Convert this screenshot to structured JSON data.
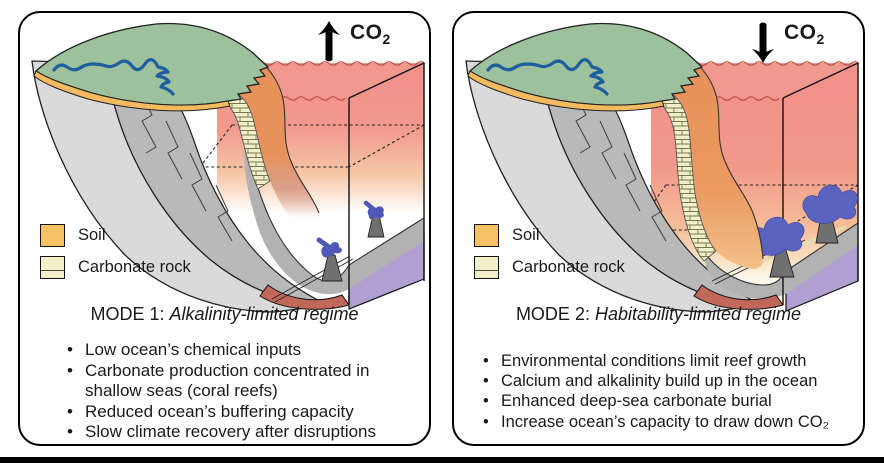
{
  "figure": {
    "panels": [
      {
        "id": "mode1",
        "co2": {
          "text": "CO",
          "sub": "2",
          "direction": "up"
        },
        "legend": {
          "soil": "Soil",
          "carbonate": "Carbonate rock"
        },
        "title": {
          "prefix": "MODE 1:",
          "regime": "Alkalinity-limited regime"
        },
        "bullets": [
          "Low ocean’s chemical inputs",
          "Carbonate production concentrated in shallow seas (coral reefs)",
          "Reduced ocean’s buffering capacity",
          "Slow climate recovery after disruptions"
        ]
      },
      {
        "id": "mode2",
        "co2": {
          "text": "CO",
          "sub": "2",
          "direction": "down"
        },
        "legend": {
          "soil": "Soil",
          "carbonate": "Carbonate rock"
        },
        "title": {
          "prefix": "MODE 2:",
          "regime": "Habitability-limited regime"
        },
        "bullets": [
          "Environmental conditions limit reef growth",
          "Calcium and alkalinity build up in the ocean",
          "Enhanced deep-sea carbonate burial",
          "Increase ocean’s capacity to draw down CO₂"
        ]
      }
    ],
    "colors": {
      "soil": "#f6c266",
      "carbonate_rock": "#f1f0ca",
      "ocean_surface": "#f2998f",
      "slope_sediment": "#e8915b",
      "land_vegetation": "#9dc19c",
      "river": "#1d5e9e",
      "oceanic_crust": "#b19fd2",
      "deep_sediment": "#c1685a",
      "vent_plume": "#5a63c0"
    }
  }
}
